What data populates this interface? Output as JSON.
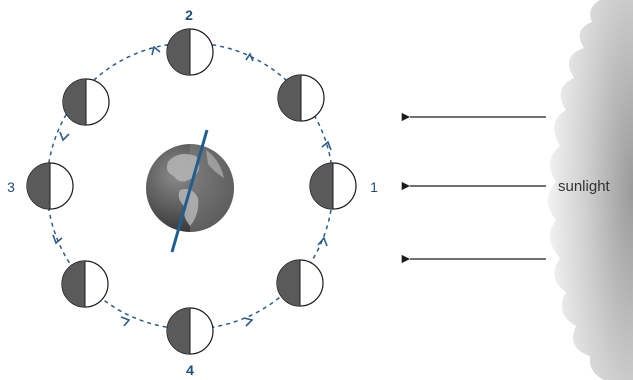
{
  "labels": {
    "positions": [
      "1",
      "2",
      "3",
      "4"
    ],
    "sunlight": "sunlight"
  },
  "colors": {
    "orbit": "#2c5c8a",
    "moon_dark": "#5a5a5a",
    "moon_light": "#ffffff",
    "moon_outline": "#1a1a1a",
    "axis": "#1f5e8f",
    "arrow": "#1a1a1a",
    "sun_glow": "#c8c8c8",
    "earth_dark": "#3a3a3a",
    "earth_light": "#9a9a9a",
    "label_blue": "#1f4e79"
  },
  "icons": {
    "earth": "earth-globe-icon",
    "moon": "moon-phase-icon",
    "sun": "sun-edge-shape"
  }
}
